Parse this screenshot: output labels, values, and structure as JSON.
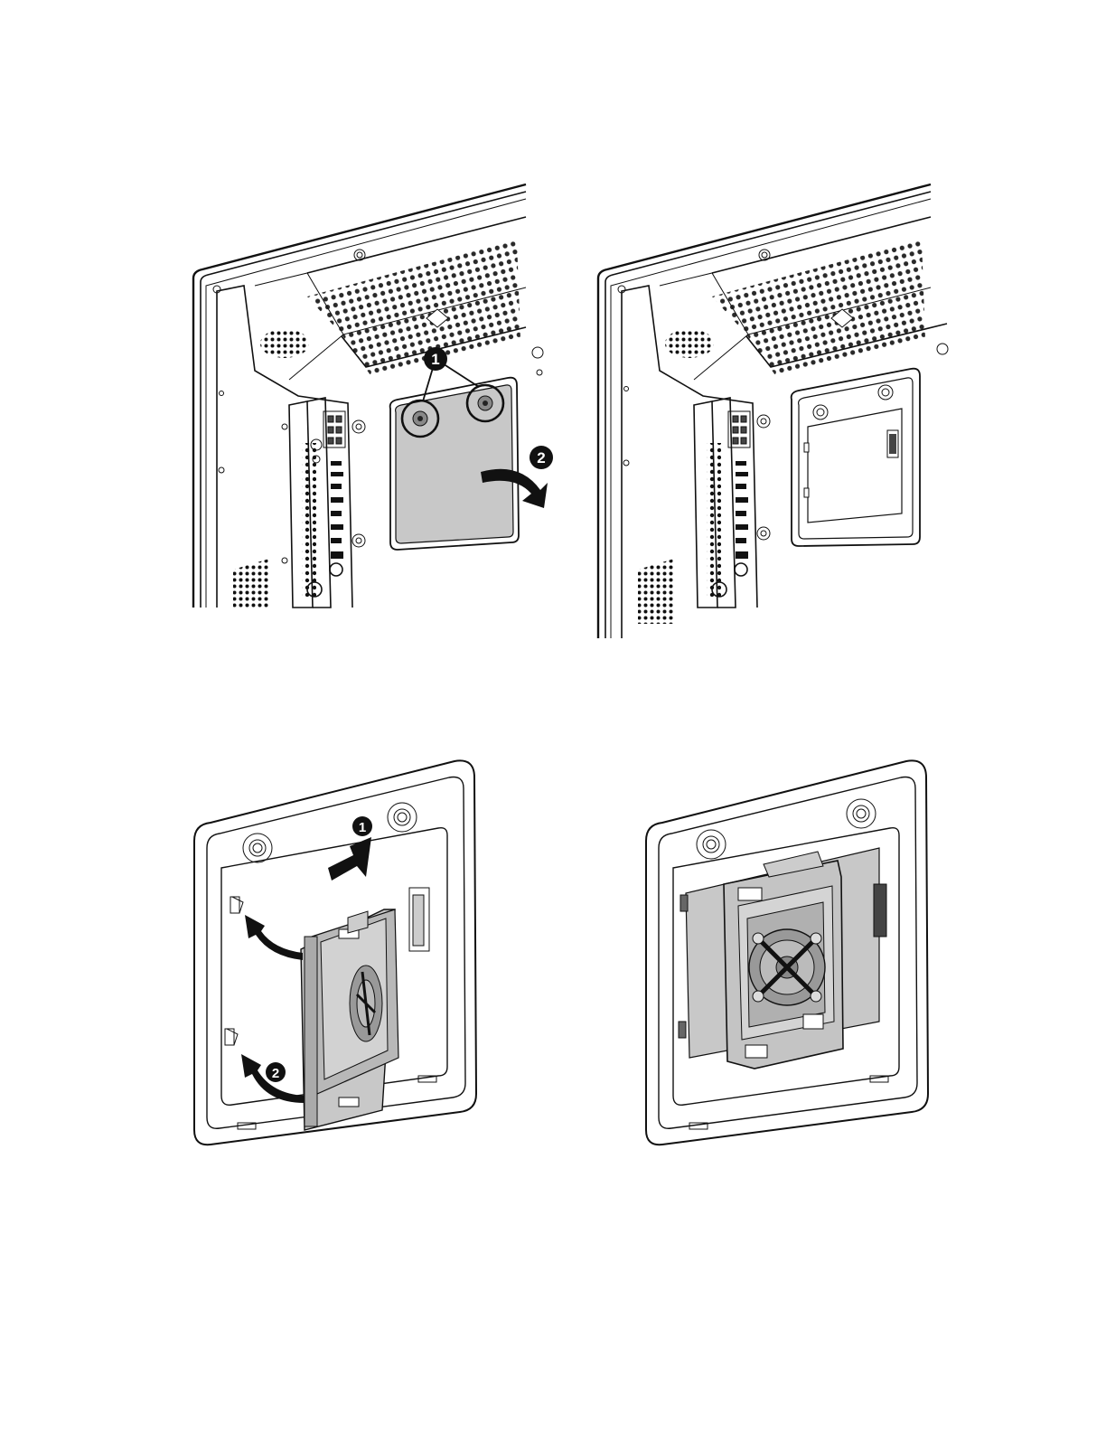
{
  "figure": {
    "panels": [
      {
        "id": "remove-cover",
        "description_role": "step-1",
        "callouts": [
          "1",
          "2"
        ]
      },
      {
        "id": "cover-removed",
        "description_role": "step-2",
        "callouts": []
      },
      {
        "id": "insert-module",
        "description_role": "step-3",
        "callouts": [
          "1",
          "2"
        ]
      },
      {
        "id": "module-installed",
        "description_role": "step-4",
        "callouts": []
      }
    ],
    "colors": {
      "line": "#111111",
      "shade": "#c8c8c8",
      "dark": "#222222",
      "background": "#ffffff"
    }
  }
}
